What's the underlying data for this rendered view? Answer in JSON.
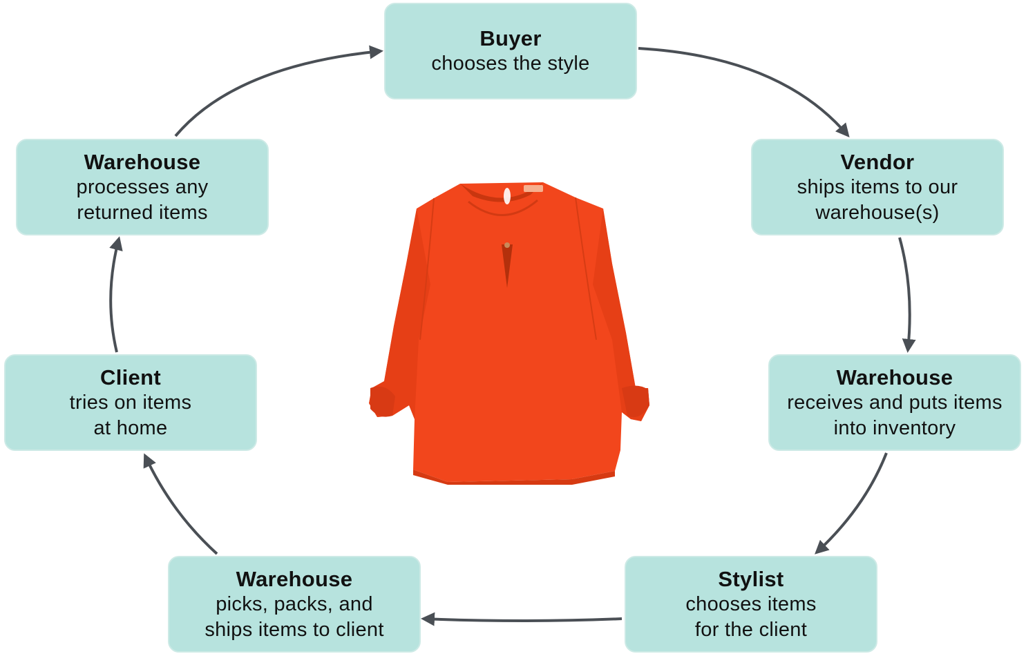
{
  "diagram": {
    "nodes": [
      {
        "id": "buyer",
        "title": "Buyer",
        "lines": [
          "chooses the style"
        ]
      },
      {
        "id": "vendor",
        "title": "Vendor",
        "lines": [
          "ships items to our",
          "warehouse(s)"
        ]
      },
      {
        "id": "warehouse-receive",
        "title": "Warehouse",
        "lines": [
          "receives and puts items",
          "into inventory"
        ]
      },
      {
        "id": "stylist",
        "title": "Stylist",
        "lines": [
          "chooses items",
          "for the client"
        ]
      },
      {
        "id": "warehouse-pick",
        "title": "Warehouse",
        "lines": [
          "picks, packs, and",
          "ships items to client"
        ]
      },
      {
        "id": "client",
        "title": "Client",
        "lines": [
          "tries on items",
          "at home"
        ]
      },
      {
        "id": "warehouse-return",
        "title": "Warehouse",
        "lines": [
          "processes any",
          "returned items"
        ]
      }
    ],
    "edges": [
      {
        "from": "buyer",
        "to": "vendor"
      },
      {
        "from": "vendor",
        "to": "warehouse-receive"
      },
      {
        "from": "warehouse-receive",
        "to": "stylist"
      },
      {
        "from": "stylist",
        "to": "warehouse-pick"
      },
      {
        "from": "warehouse-pick",
        "to": "client"
      },
      {
        "from": "client",
        "to": "warehouse-return"
      },
      {
        "from": "warehouse-return",
        "to": "buyer"
      }
    ],
    "center_image": "orange-blouse-image",
    "colors": {
      "node_fill": "#b7e3de",
      "node_border": "#cdeae6",
      "arrow": "#4a4f55",
      "blouse": "#f2461c"
    }
  }
}
